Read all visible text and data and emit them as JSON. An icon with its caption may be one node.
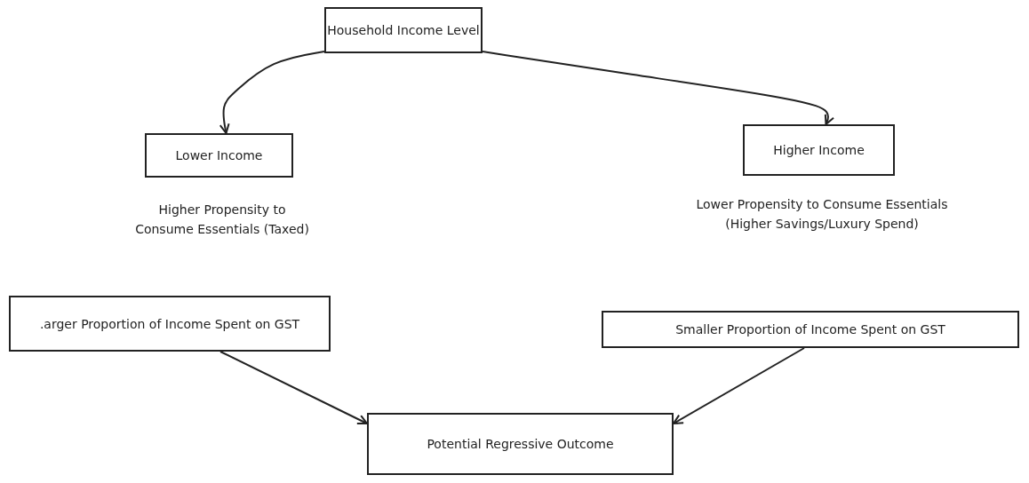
{
  "diagram": {
    "nodes": [
      {
        "text": [
          "Household Income Level"
        ]
      },
      {
        "text": [
          "Lower Income"
        ],
        "beside": [
          "Higher Propensity to Consume Essentials (Taxed)"
        ]
      },
      {
        "text": [
          "Higher Income"
        ],
        "beside": [
          "Lower Propensity to Consume Essentials (Higher Savings/Luxury Spend)"
        ]
      },
      {
        "text": [
          ".arger Proportion of Income Spent on GST"
        ]
      },
      {
        "text": [
          "Smaller Proportion of Income Spent on GST"
        ]
      },
      {
        "text": [
          "Potential Regressive Outcome"
        ]
      }
    ],
    "edges": [
      {
        "from": 0,
        "to": 1,
        "arrow": "to"
      },
      {
        "from": 0,
        "to": 2,
        "arrow": "to"
      },
      {
        "from": 3,
        "to": 5,
        "arrow": "to"
      },
      {
        "from": 4,
        "to": 5,
        "arrow": "to"
      }
    ]
  }
}
